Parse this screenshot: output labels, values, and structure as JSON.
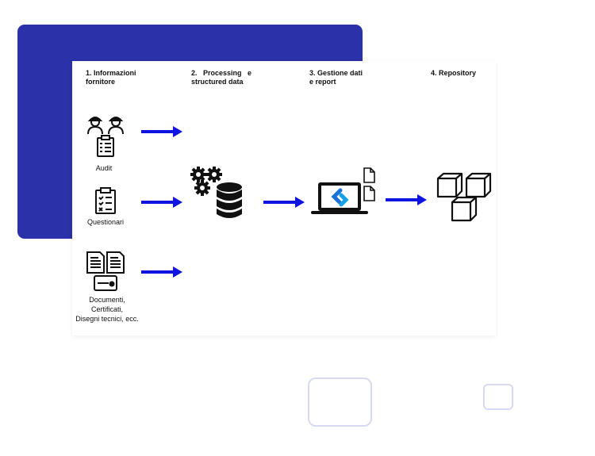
{
  "colors": {
    "accent": "#2b31a8",
    "arrow": "#0f13e0",
    "icon": "#111111"
  },
  "steps": [
    {
      "title": "1. Informazioni\nfornitore"
    },
    {
      "title": "2.   Processing   e\nstructured data"
    },
    {
      "title": "3. Gestione dati\ne report"
    },
    {
      "title": "4. Repository"
    }
  ],
  "inputs": [
    {
      "label": "Audit",
      "icon": "workers-clipboard-icon"
    },
    {
      "label": "Questionari",
      "icon": "questionnaire-icon"
    },
    {
      "label_lines": [
        "Documenti,",
        "Certificati,",
        "Disegni tecnici, ecc."
      ],
      "icon": "documents-certificate-icon"
    }
  ],
  "processing": {
    "icons": [
      "gears-icon",
      "database-icon"
    ]
  },
  "report": {
    "icons": [
      "laptop-icon",
      "document-icon"
    ]
  },
  "repository": {
    "icon": "cubes-icon"
  }
}
